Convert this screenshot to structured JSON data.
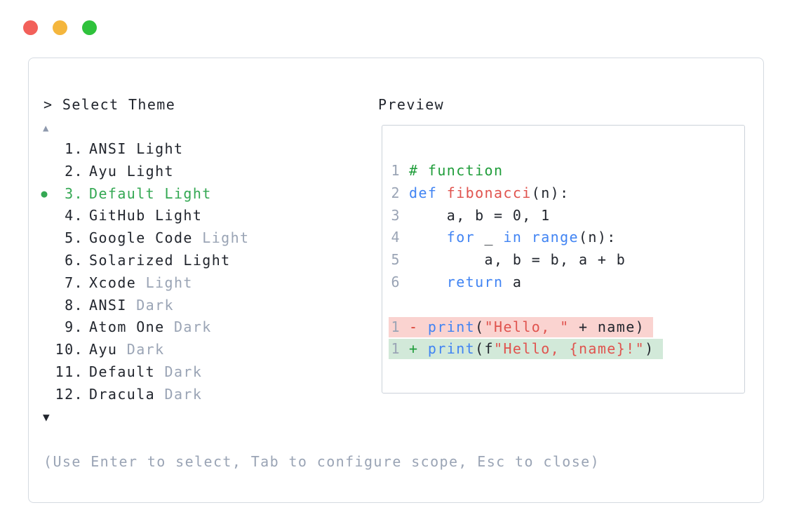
{
  "window": {
    "traffic_lights": [
      {
        "name": "close-button",
        "color": "#f2605a"
      },
      {
        "name": "minimize-button",
        "color": "#f4b63d"
      },
      {
        "name": "maximize-button",
        "color": "#2fc23c"
      }
    ]
  },
  "theme_selector": {
    "prompt": "> Select Theme",
    "scroll_up_indicator": "▲",
    "scroll_down_indicator": "▼",
    "selected_indicator": "●",
    "items": [
      {
        "number": "1.",
        "name": "ANSI Light",
        "variant": "",
        "selected": false
      },
      {
        "number": "2.",
        "name": "Ayu Light",
        "variant": "",
        "selected": false
      },
      {
        "number": "3.",
        "name": "Default Light",
        "variant": "",
        "selected": true
      },
      {
        "number": "4.",
        "name": "GitHub Light",
        "variant": "",
        "selected": false
      },
      {
        "number": "5.",
        "name": "Google Code",
        "variant": "Light",
        "selected": false
      },
      {
        "number": "6.",
        "name": "Solarized Light",
        "variant": "",
        "selected": false
      },
      {
        "number": "7.",
        "name": "Xcode",
        "variant": "Light",
        "selected": false
      },
      {
        "number": "8.",
        "name": "ANSI",
        "variant": "Dark",
        "selected": false
      },
      {
        "number": "9.",
        "name": "Atom One",
        "variant": "Dark",
        "selected": false
      },
      {
        "number": "10.",
        "name": "Ayu",
        "variant": "Dark",
        "selected": false
      },
      {
        "number": "11.",
        "name": "Default",
        "variant": "Dark",
        "selected": false
      },
      {
        "number": "12.",
        "name": "Dracula",
        "variant": "Dark",
        "selected": false
      }
    ],
    "hint": "(Use Enter to select, Tab to configure scope, Esc to close)"
  },
  "preview": {
    "title": "Preview",
    "lines": [
      {
        "num": "1",
        "diff": "none",
        "tokens": [
          {
            "text": "# function",
            "type": "comment"
          }
        ]
      },
      {
        "num": "2",
        "diff": "none",
        "tokens": [
          {
            "text": "def",
            "type": "keyword"
          },
          {
            "text": " ",
            "type": "plain"
          },
          {
            "text": "fibonacci",
            "type": "function"
          },
          {
            "text": "(n):",
            "type": "plain"
          }
        ]
      },
      {
        "num": "3",
        "diff": "none",
        "tokens": [
          {
            "text": "    a, b = 0, 1",
            "type": "plain"
          }
        ]
      },
      {
        "num": "4",
        "diff": "none",
        "tokens": [
          {
            "text": "    ",
            "type": "plain"
          },
          {
            "text": "for",
            "type": "keyword"
          },
          {
            "text": " _ ",
            "type": "plain"
          },
          {
            "text": "in",
            "type": "keyword"
          },
          {
            "text": " ",
            "type": "plain"
          },
          {
            "text": "range",
            "type": "keyword"
          },
          {
            "text": "(n):",
            "type": "plain"
          }
        ]
      },
      {
        "num": "5",
        "diff": "none",
        "tokens": [
          {
            "text": "        a, b = b, a + b",
            "type": "plain"
          }
        ]
      },
      {
        "num": "6",
        "diff": "none",
        "tokens": [
          {
            "text": "    ",
            "type": "plain"
          },
          {
            "text": "return",
            "type": "keyword"
          },
          {
            "text": " a",
            "type": "plain"
          }
        ]
      },
      {
        "num": "",
        "diff": "none",
        "tokens": []
      },
      {
        "num": "1",
        "diff": "removed",
        "tokens": [
          {
            "text": "- ",
            "type": "removed-marker"
          },
          {
            "text": "print",
            "type": "keyword"
          },
          {
            "text": "(",
            "type": "plain"
          },
          {
            "text": "\"Hello, \"",
            "type": "string"
          },
          {
            "text": " + name)",
            "type": "plain"
          }
        ]
      },
      {
        "num": "1",
        "diff": "added",
        "tokens": [
          {
            "text": "+ ",
            "type": "added-marker"
          },
          {
            "text": "print",
            "type": "keyword"
          },
          {
            "text": "(f",
            "type": "plain"
          },
          {
            "text": "\"Hello, {name}!\"",
            "type": "string"
          },
          {
            "text": ")",
            "type": "plain"
          }
        ]
      }
    ]
  },
  "colors": {
    "text": "#22262e",
    "muted": "#9aa4b5",
    "selection_green": "#34a853",
    "comment_green": "#1f9d3a",
    "keyword_blue": "#4184f3",
    "string_red": "#e0534e",
    "removed_red": "#d9382c",
    "added_green": "#1f9d3a",
    "removed_bg": "#fad3d0",
    "added_bg": "#d2e9d9",
    "panel_border": "#d5dae1",
    "box_border": "#ccd2da",
    "scroll_up_arrow": "#8e99ad"
  }
}
